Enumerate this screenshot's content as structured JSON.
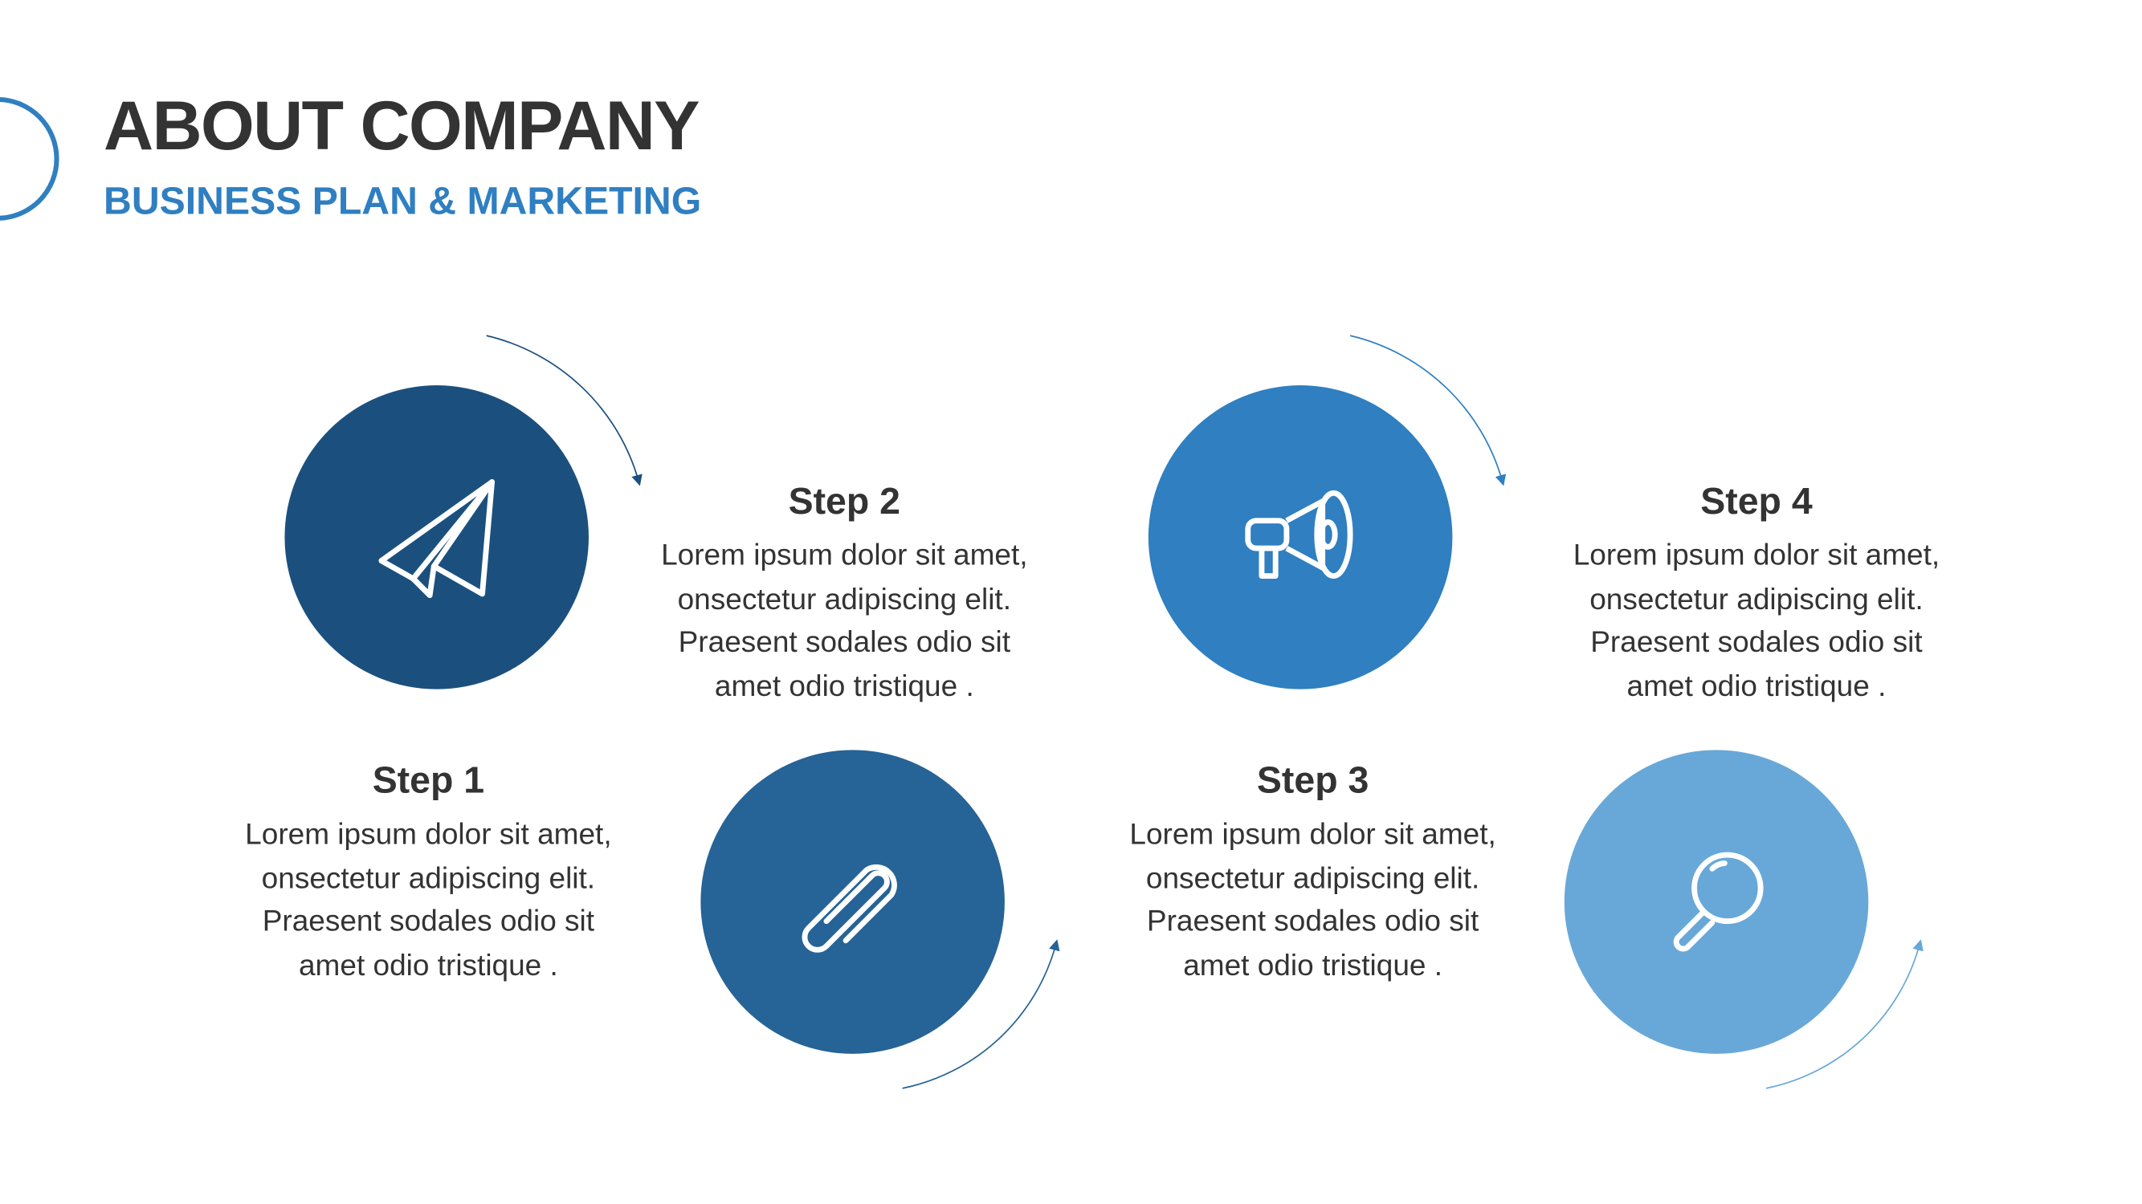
{
  "header": {
    "title": "ABOUT COMPANY",
    "subtitle": "BUSINESS PLAN & MARKETING"
  },
  "colors": {
    "step1": "#1b507e",
    "step2": "#266396",
    "step3": "#2f7fc1",
    "step4": "#68a8d8",
    "accent": "#2f7fc1",
    "text": "#333333"
  },
  "steps": [
    {
      "title": "Step 1",
      "icon": "paper-plane-icon",
      "lines": [
        "Lorem ipsum dolor sit amet,",
        "onsectetur adipiscing elit.",
        "Praesent sodales odio sit",
        "amet odio tristique ."
      ]
    },
    {
      "title": "Step 2",
      "icon": "paperclip-icon",
      "lines": [
        "Lorem ipsum dolor sit amet,",
        "onsectetur adipiscing elit.",
        "Praesent sodales odio sit",
        "amet odio tristique ."
      ]
    },
    {
      "title": "Step 3",
      "icon": "megaphone-icon",
      "lines": [
        "Lorem ipsum dolor sit amet,",
        "onsectetur adipiscing elit.",
        "Praesent sodales odio sit",
        "amet odio tristique ."
      ]
    },
    {
      "title": "Step 4",
      "icon": "magnifier-icon",
      "lines": [
        "Lorem ipsum dolor sit amet,",
        "onsectetur adipiscing elit.",
        "Praesent sodales odio sit",
        "amet odio tristique ."
      ]
    }
  ]
}
